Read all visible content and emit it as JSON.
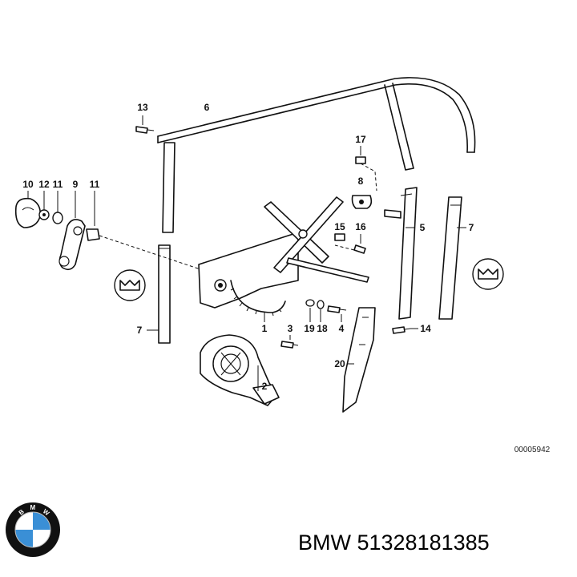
{
  "callouts": {
    "c13": "13",
    "c6": "6",
    "c17": "17",
    "c8": "8",
    "c10": "10",
    "c12": "12",
    "c11a": "11",
    "c9": "9",
    "c11b": "11",
    "c15": "15",
    "c16": "16",
    "c5": "5",
    "c7a": "7",
    "c7b": "7",
    "c1": "1",
    "c3": "3",
    "c19": "19",
    "c18": "18",
    "c4": "4",
    "c14": "14",
    "c2": "2",
    "c20": "20"
  },
  "reference_code": "00005942",
  "caption": "BMW 51328181385",
  "logo": {
    "icon": "bmw-roundel-icon",
    "letters": [
      "B",
      "M",
      "W"
    ],
    "colors": {
      "blue": "#3a8fd6",
      "ring": "#111111",
      "white": "#ffffff"
    }
  }
}
